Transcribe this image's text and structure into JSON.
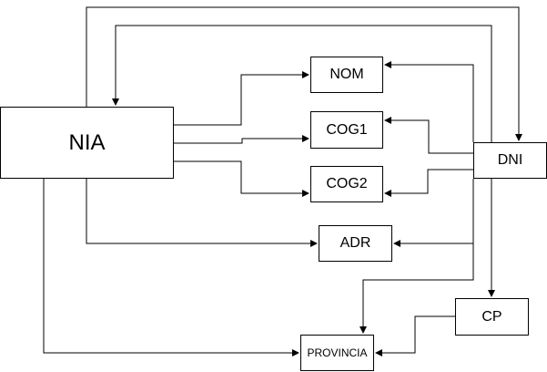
{
  "nodes": {
    "nia": "NIA",
    "nom": "NOM",
    "cog1": "COG1",
    "cog2": "COG2",
    "adr": "ADR",
    "dni": "DNI",
    "cp": "CP",
    "provincia": "PROVINCIA"
  },
  "edges": [
    {
      "from": "NIA",
      "to": "NOM"
    },
    {
      "from": "NIA",
      "to": "COG1"
    },
    {
      "from": "NIA",
      "to": "COG2"
    },
    {
      "from": "NIA",
      "to": "ADR"
    },
    {
      "from": "NIA",
      "to": "PROVINCIA"
    },
    {
      "from": "NIA",
      "to": "DNI"
    },
    {
      "from": "DNI",
      "to": "NIA"
    },
    {
      "from": "DNI",
      "to": "NOM"
    },
    {
      "from": "DNI",
      "to": "COG1"
    },
    {
      "from": "DNI",
      "to": "COG2"
    },
    {
      "from": "DNI",
      "to": "ADR"
    },
    {
      "from": "DNI",
      "to": "PROVINCIA"
    },
    {
      "from": "DNI",
      "to": "CP"
    },
    {
      "from": "CP",
      "to": "PROVINCIA"
    }
  ],
  "colors": {
    "line": "#000000",
    "box_border": "#000000",
    "background": "#ffffff"
  }
}
